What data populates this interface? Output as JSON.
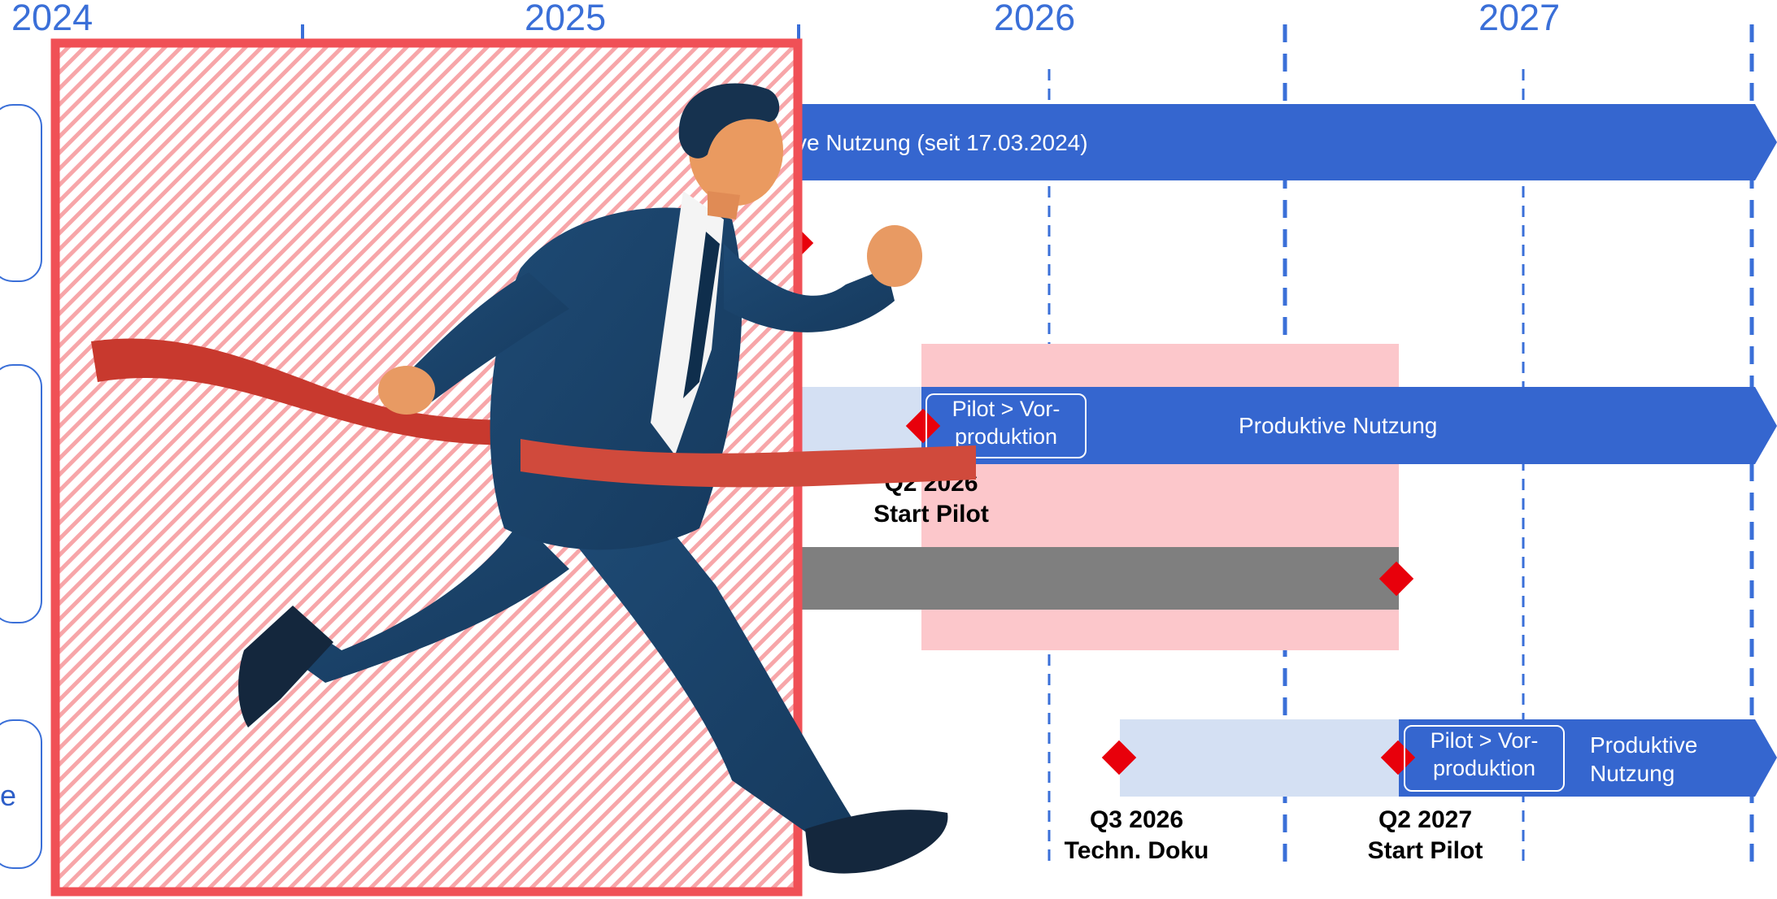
{
  "timeline": {
    "years": [
      "2024",
      "2025",
      "2026",
      "2027"
    ]
  },
  "rows": {
    "row1": {
      "bar_text": "ktive Nutzung (seit 17.03.2024)"
    },
    "row2": {
      "pill_line1": "Pilot > Vor-",
      "pill_line2": "produktion",
      "bar_text": "Produktive Nutzung",
      "milestone_line1": "Q2 2026",
      "milestone_line2": "Start Pilot"
    },
    "row4": {
      "pill_line1": "Pilot > Vor-",
      "pill_line2": "produktion",
      "bar_line1": "Produktive",
      "bar_line2": "Nutzung",
      "milestone1_line1": "Q3 2026",
      "milestone1_line2": "Techn. Doku",
      "milestone2_line1": "Q2 2027",
      "milestone2_line2": "Start Pilot"
    },
    "left_label_fragment": "e"
  },
  "colors": {
    "axis_blue": "#3a6fd8",
    "bar_blue": "#3566cf",
    "light_blue": "#d4e0f3",
    "highlight_pink": "#fcc7cb",
    "grey_bar": "#7f7f7f",
    "milestone_red": "#e8000b",
    "frame_red": "#f05056"
  },
  "illustration": "runner-businessman-finish-line-icon"
}
